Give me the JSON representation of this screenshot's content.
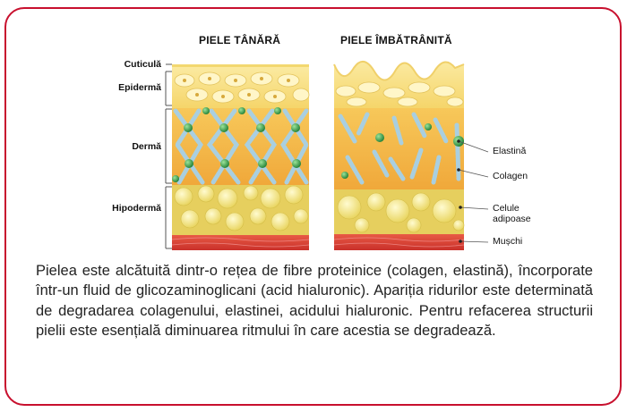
{
  "titles": {
    "young": "PIELE TÂNĂRĂ",
    "aged": "PIELE ÎMBĂTRÂNITĂ"
  },
  "layers": {
    "cuticula": "Cuticulă",
    "epiderma": "Epidermă",
    "derma": "Dermă",
    "hipoderma": "Hipodermă"
  },
  "legend": {
    "elastina": "Elastină",
    "colagen": "Colagen",
    "celule_line1": "Celule",
    "celule_line2": "adipoase",
    "muschi": "Mușchi"
  },
  "description": "Pielea este alcătuită dintr-o rețea de fibre proteinice (colagen, elastină), încorporate într-un fluid de glicozaminoglicani (acid hialuronic). Apariția ridurilor este determinată de degradarea colagenului, elastinei, acidului hialuronic. Pentru refacerea structurii pielii este esențială diminuarea ritmului în care acestia se degradează.",
  "colors": {
    "border": "#c8102e",
    "epidermis": "#f7e08a",
    "dermis": "#f5b84a",
    "fat": "#e9d46a",
    "muscle": "#e0463a",
    "elastin": "#3aa14a",
    "collagen": "#9fc6da"
  }
}
